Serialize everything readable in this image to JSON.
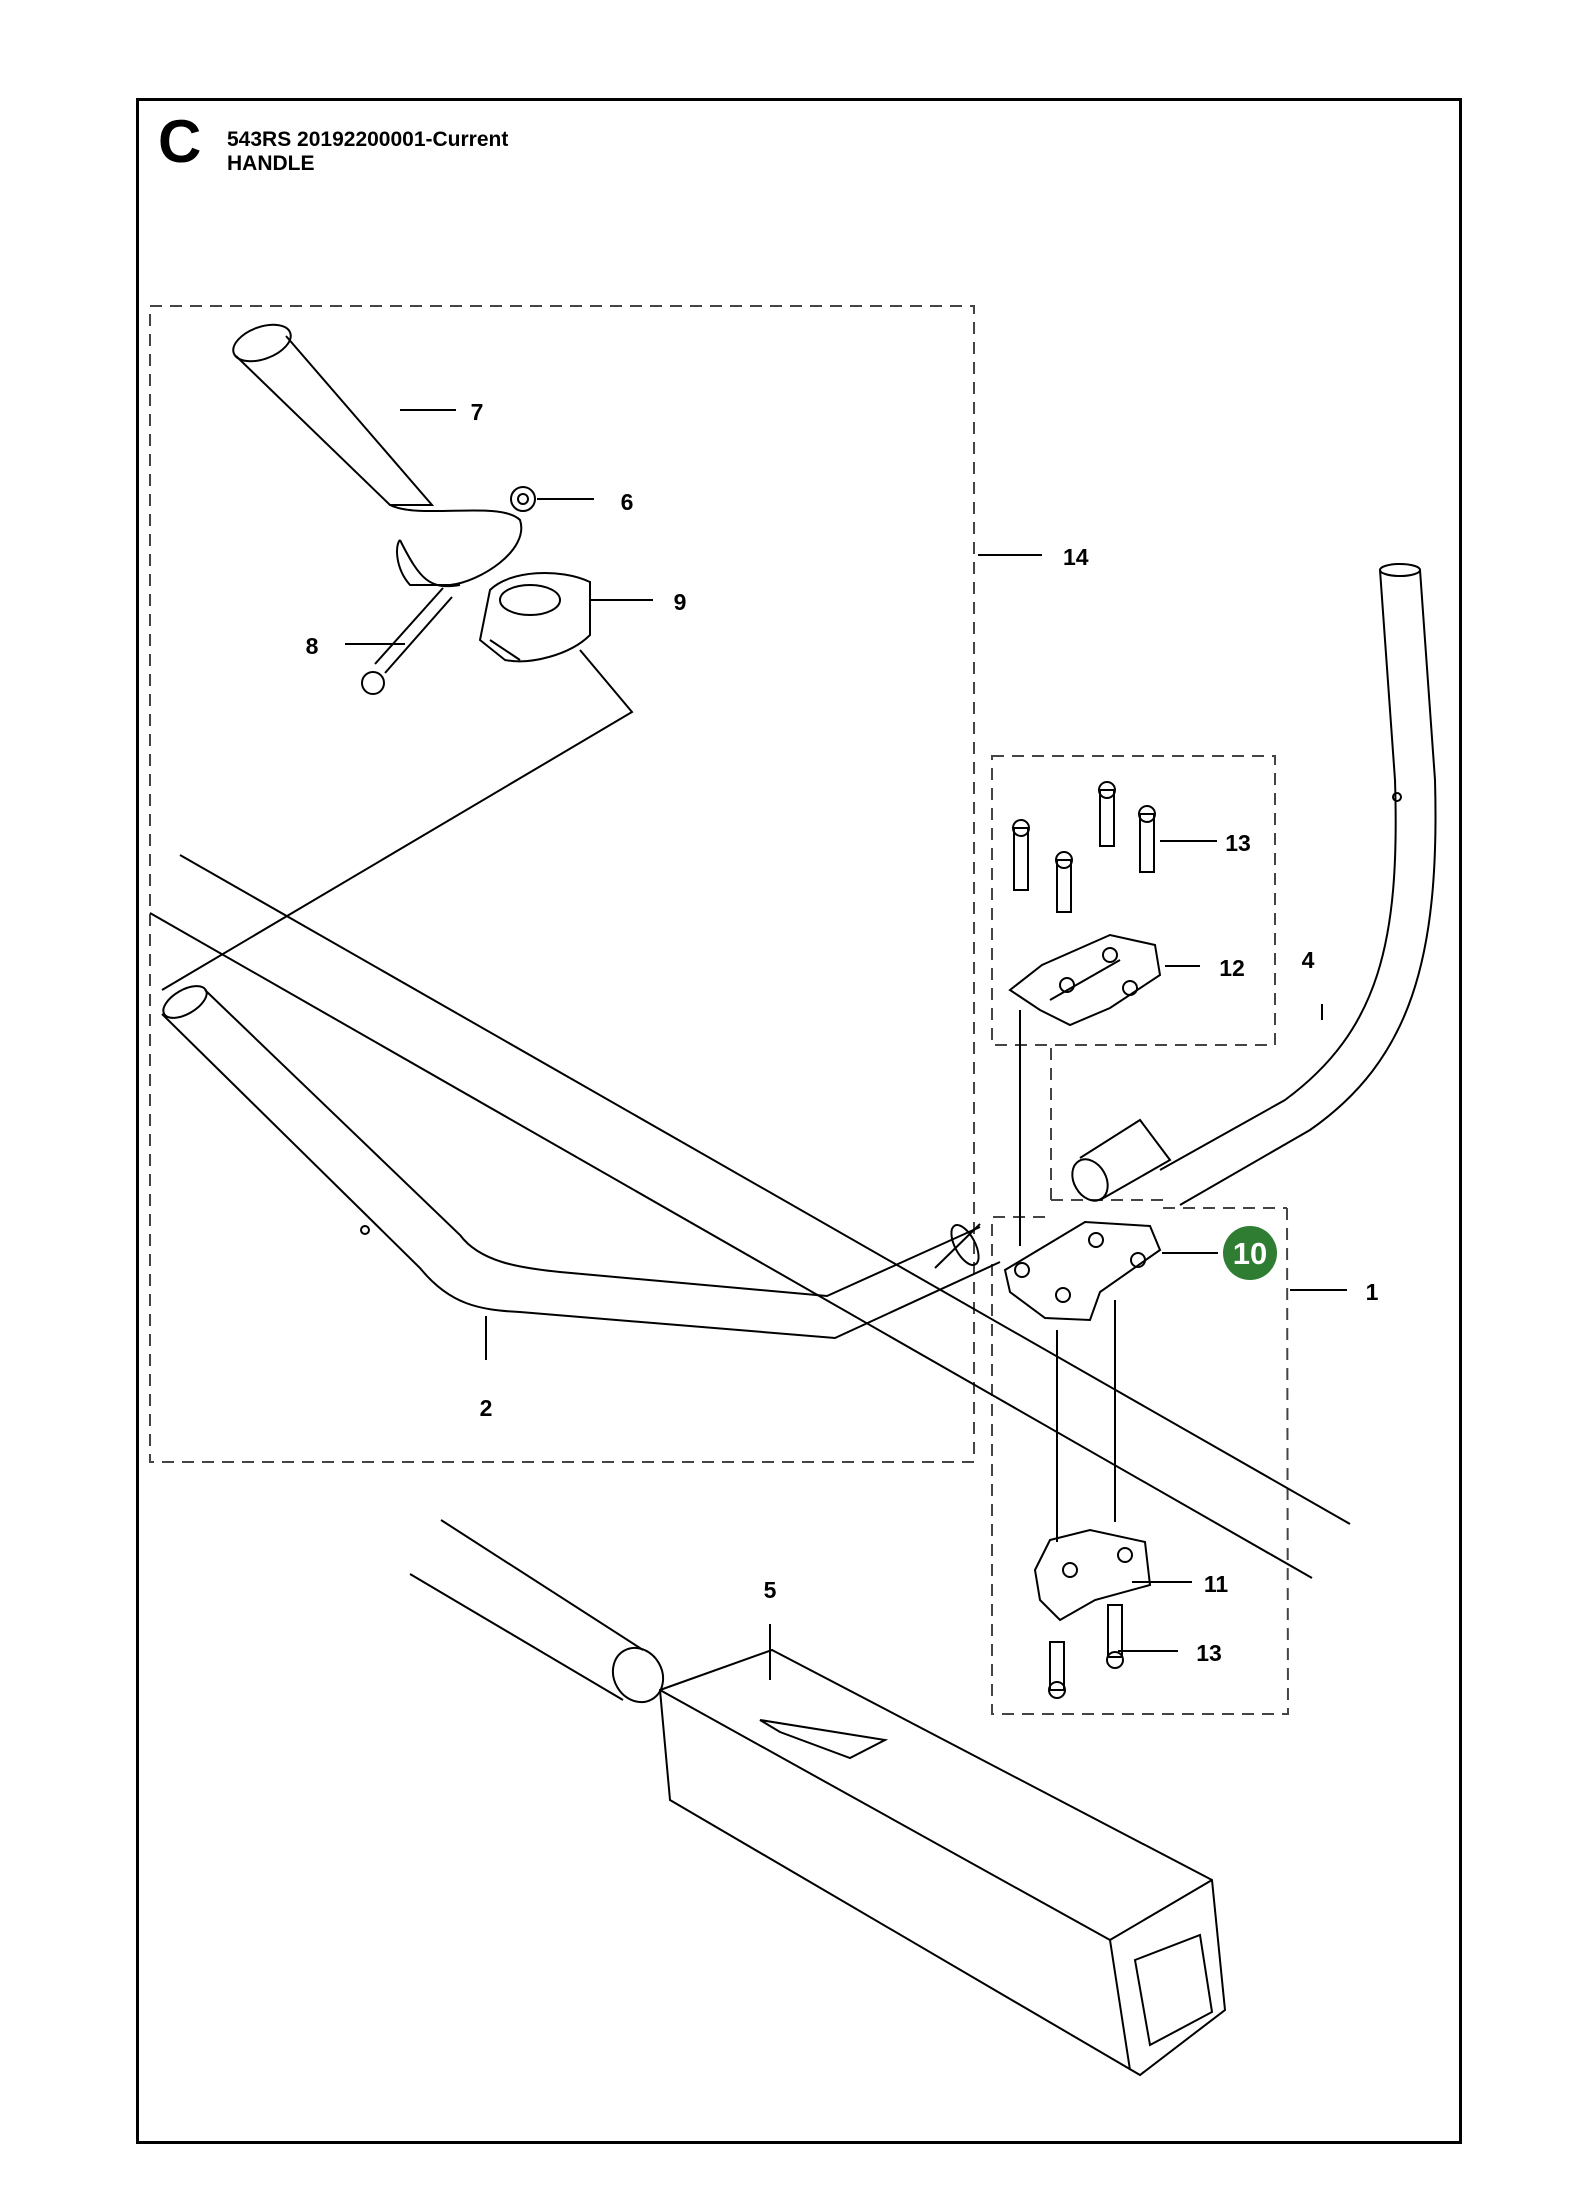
{
  "header": {
    "section_letter": "C",
    "model_line": "543RS  20192200001-Current",
    "section_title": "HANDLE"
  },
  "callouts": {
    "c7": "7",
    "c6": "6",
    "c9": "9",
    "c8": "8",
    "c14": "14",
    "c13_top": "13",
    "c12": "12",
    "c4": "4",
    "c10": "10",
    "c1": "1",
    "c2": "2",
    "c5": "5",
    "c11": "11",
    "c13_bottom": "13"
  },
  "highlight": {
    "callout": "10",
    "color": "#2e7d32"
  }
}
